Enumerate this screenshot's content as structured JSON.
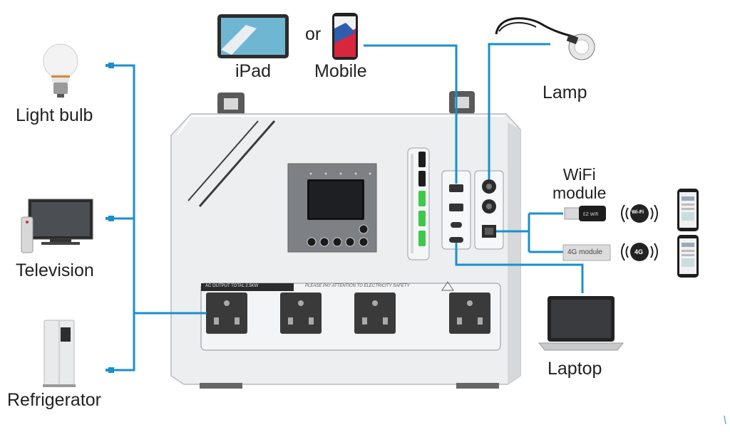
{
  "labels": {
    "light_bulb": "Light bulb",
    "television": "Television",
    "refrigerator": "Refrigerator",
    "ipad": "iPad",
    "or": "or",
    "mobile": "Mobile",
    "lamp": "Lamp",
    "wifi_module": "WiFi\nmodule",
    "laptop": "Laptop"
  },
  "unit": {
    "ac_output": "AC OUTPUT TOTAL 2.5KW",
    "safety_notice": "PLEASE PAY ATTENTION TO ELECTRICITY SAFETY",
    "module_4g": "4G module",
    "wifi_badge": "Wi-Fi",
    "badge_4g": "4G"
  },
  "colors": {
    "connector_blue": "#1a8fce",
    "unit_body": "#ecedee",
    "socket": "#3a3a3a",
    "led_green": "#3ec84a"
  }
}
